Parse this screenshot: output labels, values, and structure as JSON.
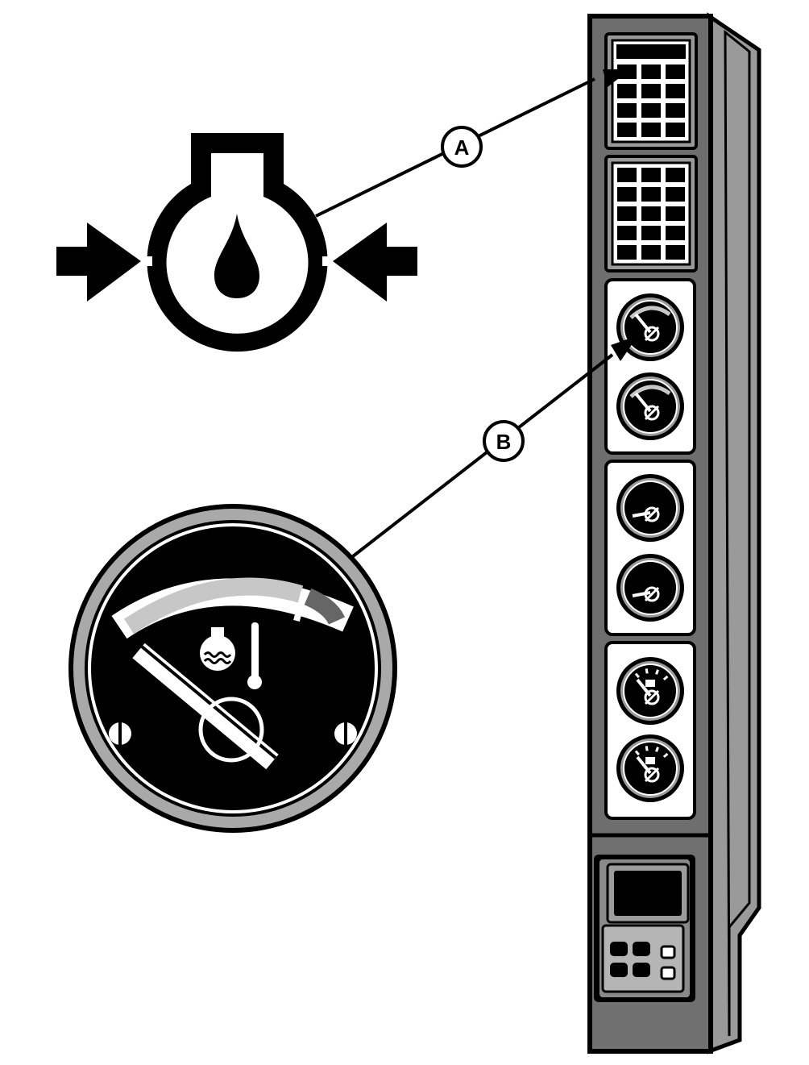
{
  "callouts": [
    {
      "id": "A",
      "label": "A",
      "target": "oil-pressure-indicator-light"
    },
    {
      "id": "B",
      "label": "B",
      "target": "coolant-temperature-gauge"
    }
  ],
  "symbols": {
    "oil_pressure": "engine-oil-pressure-icon",
    "coolant_temperature": "engine-coolant-temperature-icon"
  },
  "colors": {
    "ink": "#000000",
    "panel_dark": "#6e6e6e",
    "panel_light": "#b3b3b3",
    "bezel": "#a9a9a9",
    "gauge_face": "#000000",
    "arc_normal": "#c7c7c7",
    "arc_danger": "#666666"
  }
}
